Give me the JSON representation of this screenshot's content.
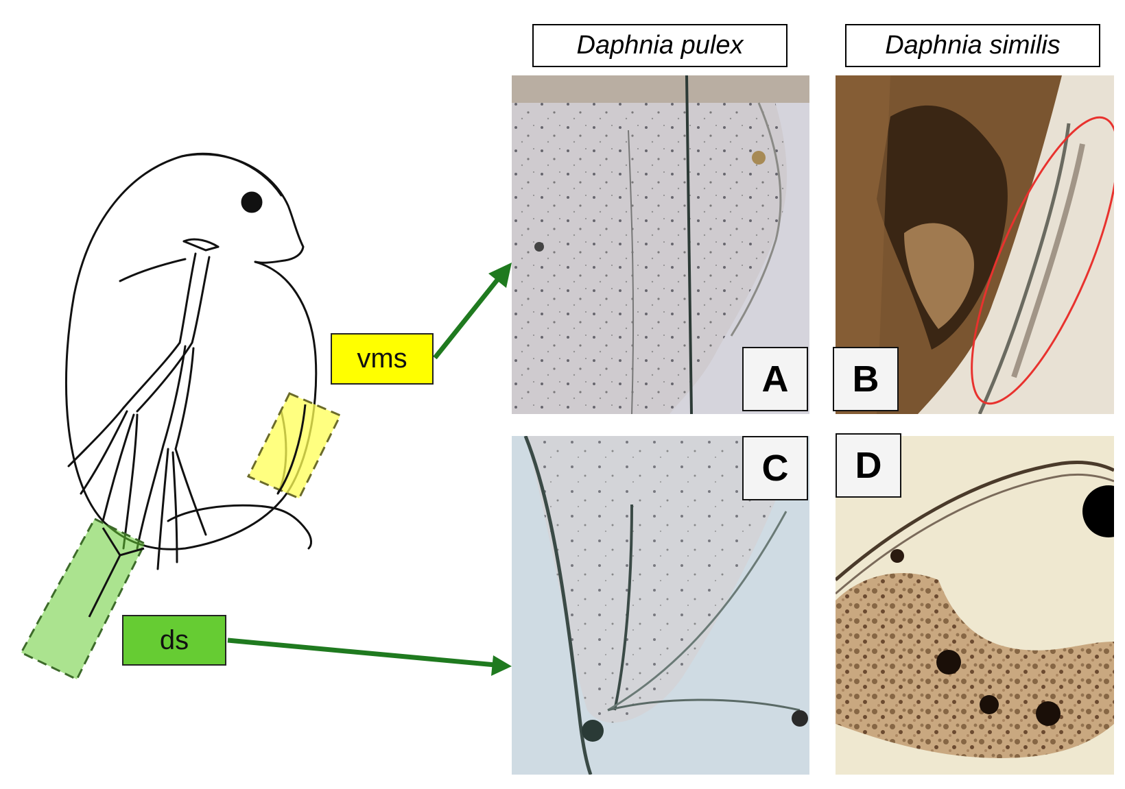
{
  "species_headers": {
    "left": "Daphnia pulex",
    "right": "Daphnia similis"
  },
  "panels": [
    {
      "id": "A",
      "label": "A"
    },
    {
      "id": "B",
      "label": "B"
    },
    {
      "id": "C",
      "label": "C"
    },
    {
      "id": "D",
      "label": "D"
    }
  ],
  "callouts": {
    "vms": {
      "label": "vms",
      "color": "#ffff00"
    },
    "ds": {
      "label": "ds",
      "color": "#66cc33"
    }
  },
  "colors": {
    "arrow": "#1f7a1f",
    "highlight_ellipse": "#e8322e"
  }
}
